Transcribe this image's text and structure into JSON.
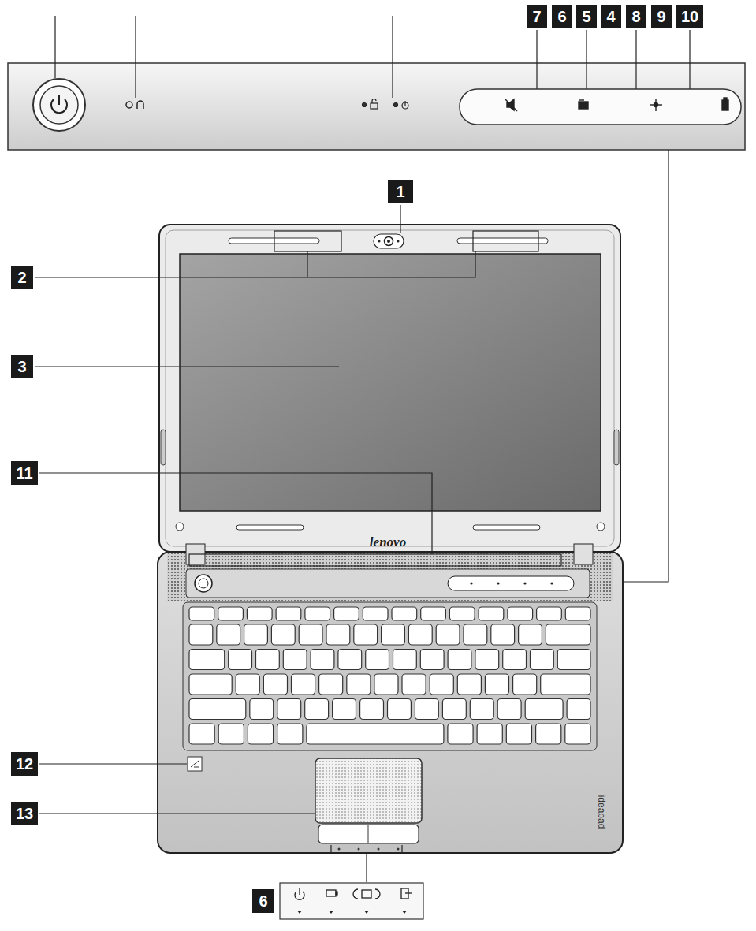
{
  "diagram": {
    "labels": [
      "7",
      "6",
      "5",
      "4",
      "8",
      "9",
      "10",
      "1",
      "2",
      "3",
      "11",
      "12",
      "13",
      "6",
      "lenovo",
      "ideapad"
    ]
  }
}
